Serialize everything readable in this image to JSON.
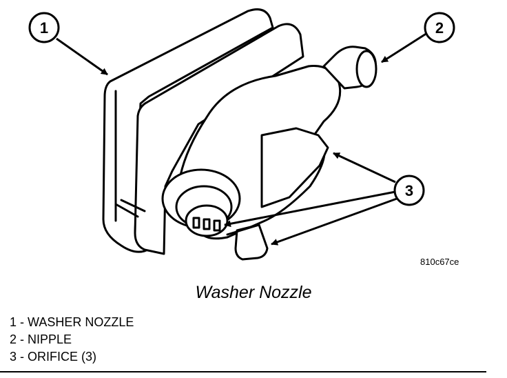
{
  "figure": {
    "image_code": "810c67ce",
    "callouts": [
      "1",
      "2",
      "3"
    ],
    "caption": "Washer Nozzle"
  },
  "legend": {
    "items": [
      "1 - WASHER NOZZLE",
      "2 - NIPPLE",
      "3 - ORIFICE (3)"
    ]
  }
}
